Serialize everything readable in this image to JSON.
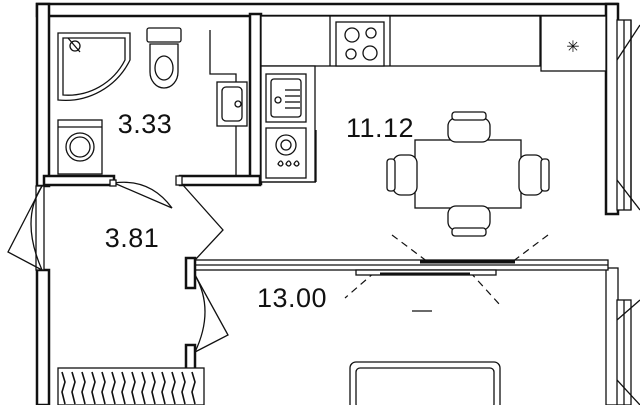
{
  "rooms": [
    {
      "id": "bathroom",
      "area_label": "3.33"
    },
    {
      "id": "hallway",
      "area_label": "3.81"
    },
    {
      "id": "kitchen",
      "area_label": "11.12"
    },
    {
      "id": "living-room",
      "area_label": "13.00"
    }
  ],
  "icons": {
    "fridge_symbol": "✳"
  },
  "colors": {
    "line": "#111111",
    "background": "#ffffff"
  }
}
